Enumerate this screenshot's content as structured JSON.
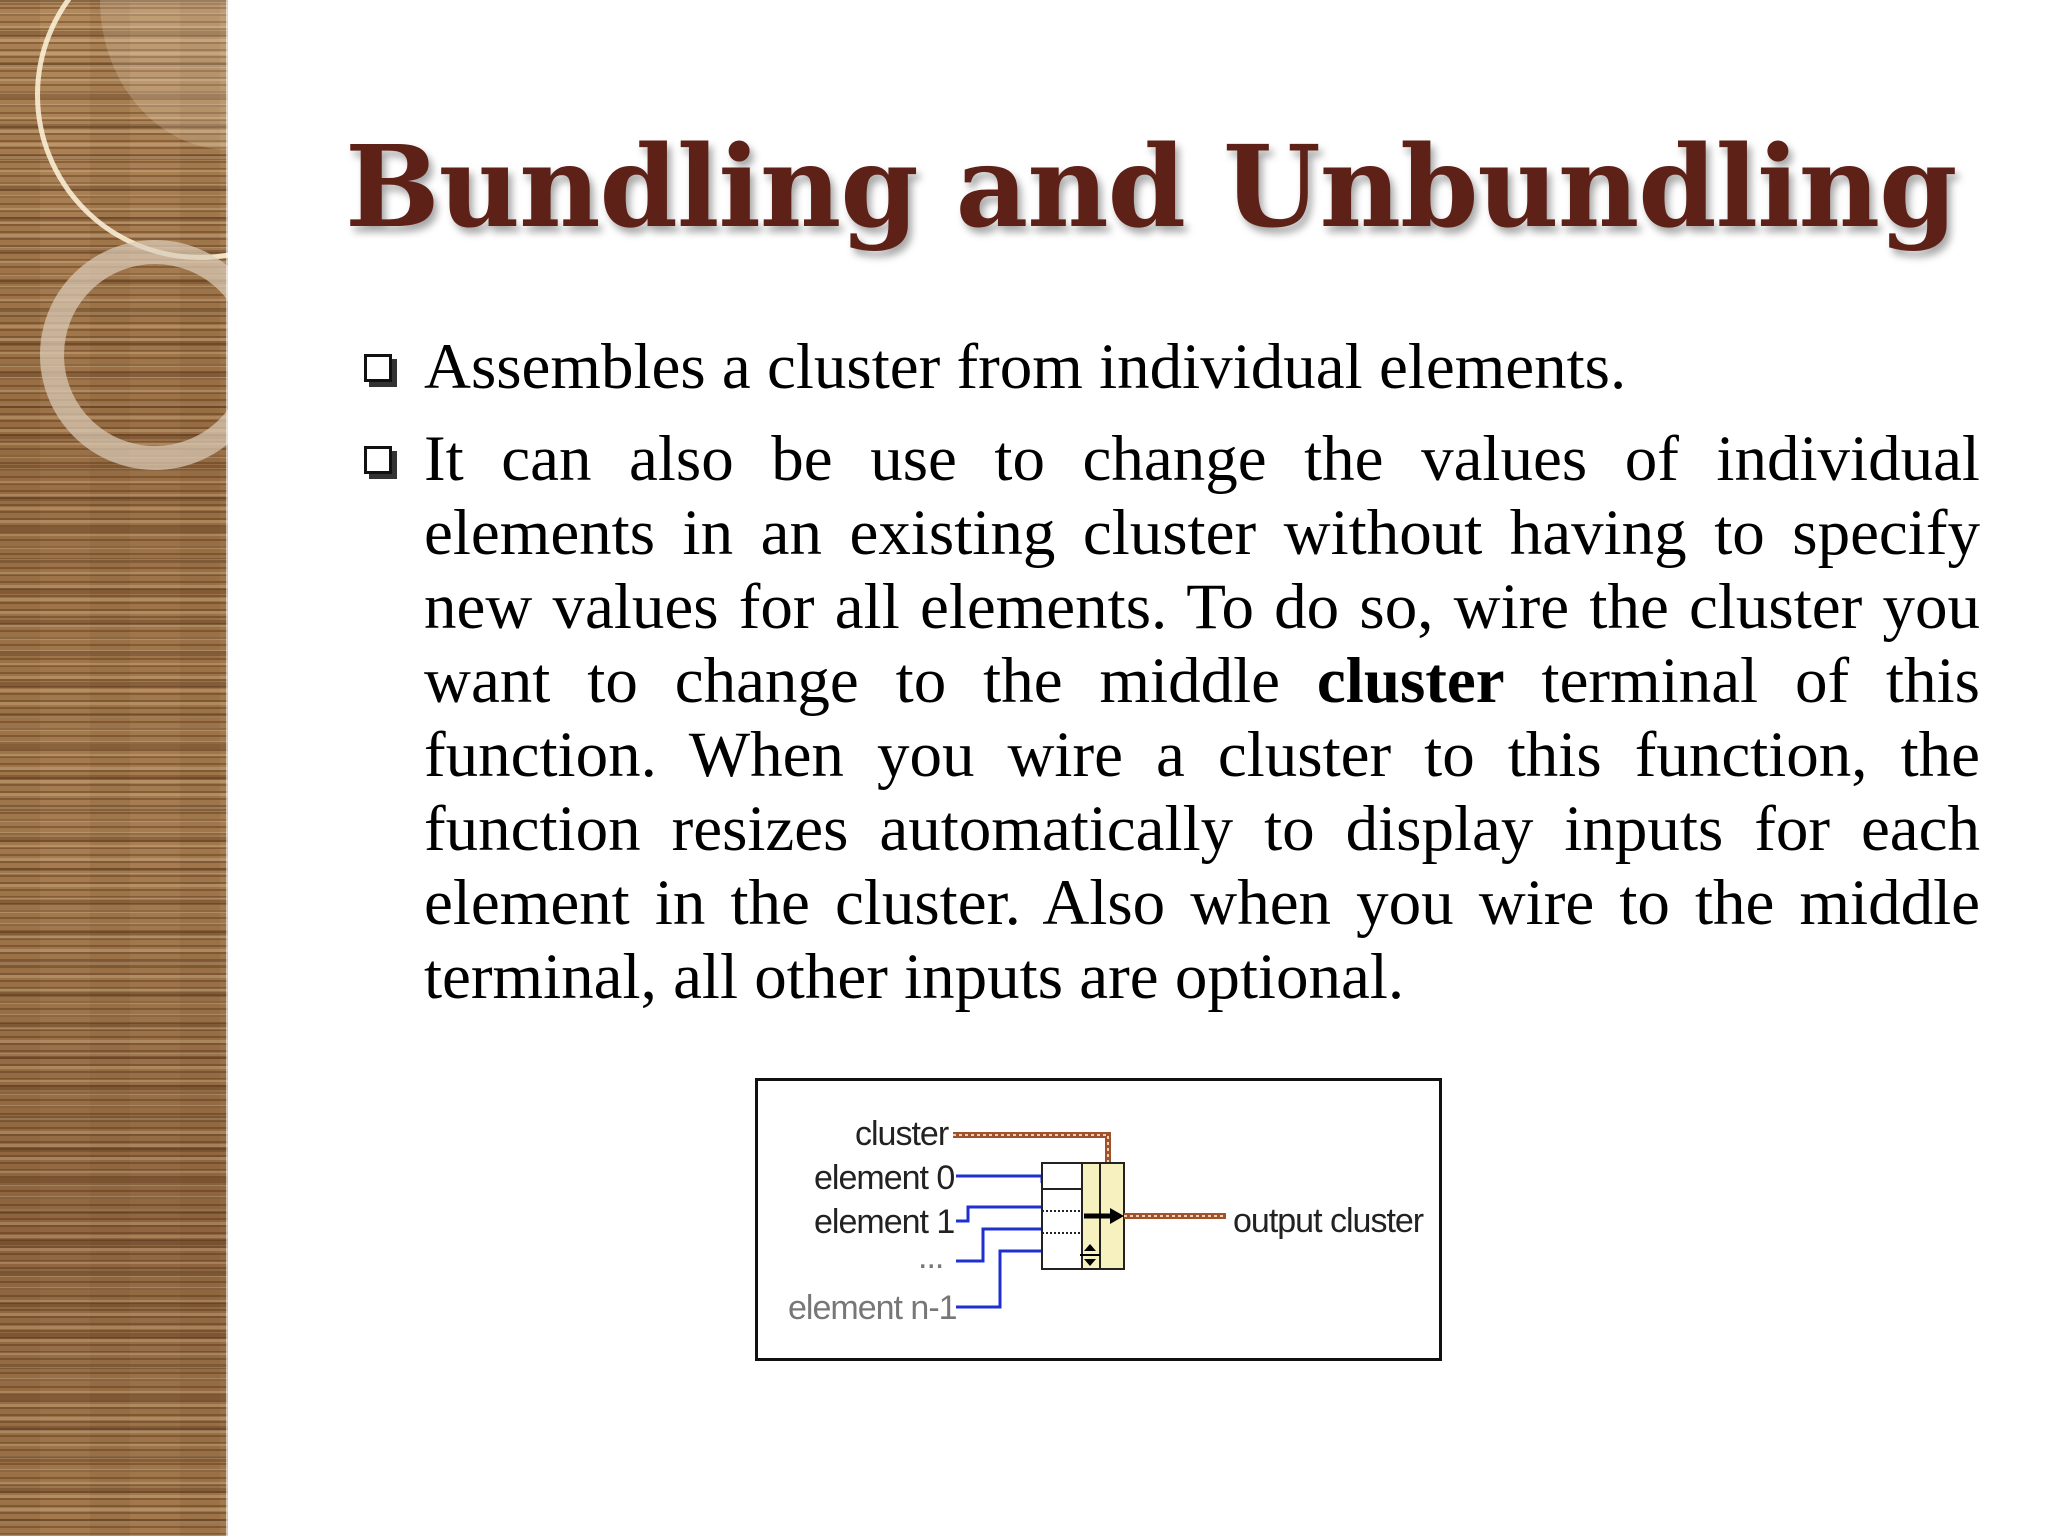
{
  "slide": {
    "title": "Bundling and Unbundling",
    "bullets": [
      "Assembles a cluster from individual elements.",
      {
        "before": "It can also be use to change the values of individual elements in an existing cluster without having to specify new values for all elements. To do so, wire the cluster you want to change to the middle ",
        "bold": "cluster",
        "after": " terminal of this function. When you wire a cluster to this function, the function resizes automatically to display inputs for each element in the cluster. Also when you wire to the middle terminal, all other inputs are optional."
      }
    ]
  },
  "diagram": {
    "inputs": [
      "cluster",
      "element 0",
      "element 1",
      "...",
      "element n-1"
    ],
    "output": "output cluster",
    "colors": {
      "cluster_wire": "#a0522d",
      "element_wire": "#1f2fd0",
      "node_fill": "#f7f1c0"
    }
  }
}
